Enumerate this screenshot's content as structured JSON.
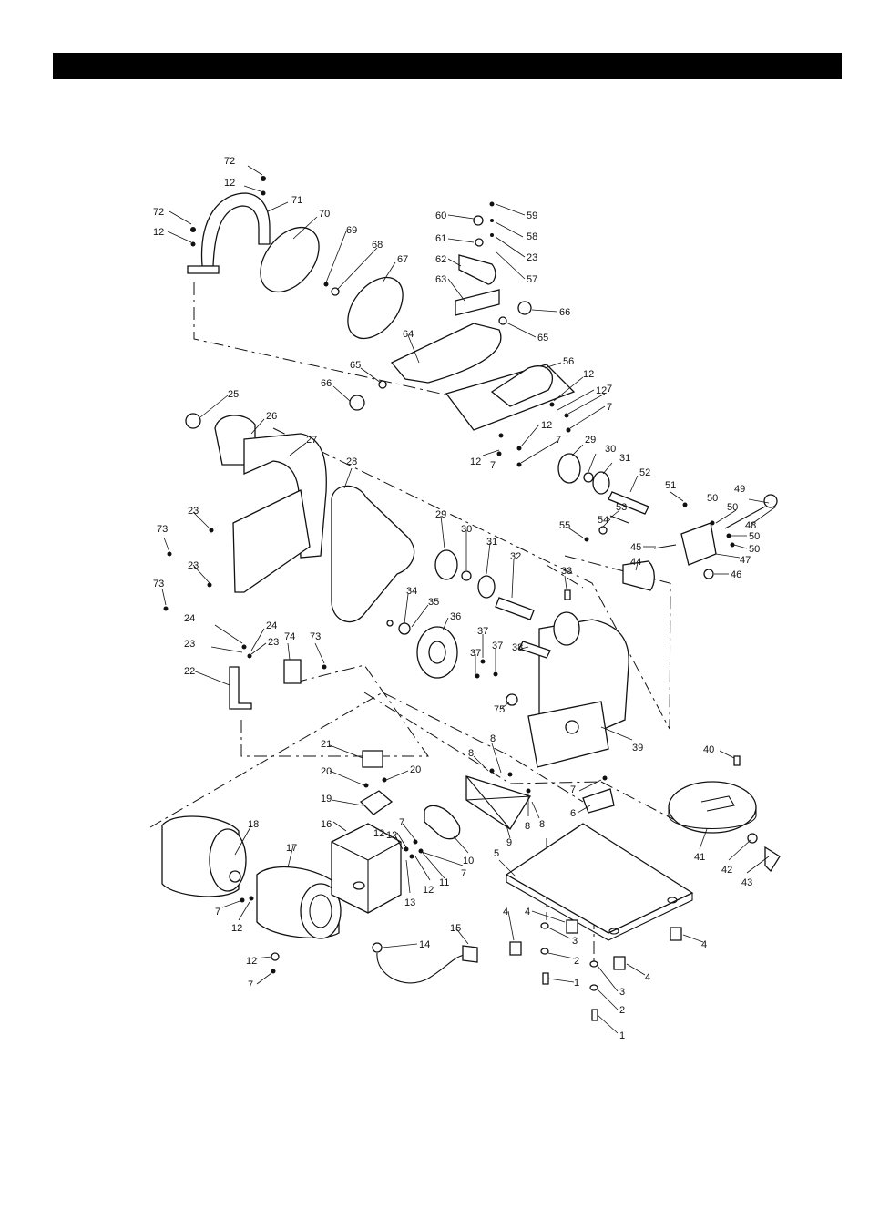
{
  "labels": [
    {
      "id": "72",
      "t": "72"
    },
    {
      "id": "12",
      "t": "12"
    },
    {
      "id": "71",
      "t": "71"
    },
    {
      "id": "70",
      "t": "70"
    },
    {
      "id": "69",
      "t": "69"
    },
    {
      "id": "68",
      "t": "68"
    },
    {
      "id": "67",
      "t": "67"
    },
    {
      "id": "72b",
      "t": "72"
    },
    {
      "id": "12b",
      "t": "12"
    },
    {
      "id": "59",
      "t": "59"
    },
    {
      "id": "60",
      "t": "60"
    },
    {
      "id": "58",
      "t": "58"
    },
    {
      "id": "61",
      "t": "61"
    },
    {
      "id": "23",
      "t": "23"
    },
    {
      "id": "62",
      "t": "62"
    },
    {
      "id": "57",
      "t": "57"
    },
    {
      "id": "63",
      "t": "63"
    },
    {
      "id": "66",
      "t": "66"
    },
    {
      "id": "65",
      "t": "65"
    },
    {
      "id": "64",
      "t": "64"
    },
    {
      "id": "65b",
      "t": "65"
    },
    {
      "id": "66b",
      "t": "66"
    },
    {
      "id": "56",
      "t": "56"
    },
    {
      "id": "12c",
      "t": "12"
    },
    {
      "id": "12d",
      "t": "12"
    },
    {
      "id": "7",
      "t": "7"
    },
    {
      "id": "7b",
      "t": "7"
    },
    {
      "id": "12e",
      "t": "12"
    },
    {
      "id": "7c",
      "t": "7"
    },
    {
      "id": "12f",
      "t": "12"
    },
    {
      "id": "7d",
      "t": "7"
    },
    {
      "id": "25",
      "t": "25"
    },
    {
      "id": "26",
      "t": "26"
    },
    {
      "id": "27",
      "t": "27"
    },
    {
      "id": "28",
      "t": "28"
    },
    {
      "id": "29",
      "t": "29"
    },
    {
      "id": "30",
      "t": "30"
    },
    {
      "id": "31",
      "t": "31"
    },
    {
      "id": "52",
      "t": "52"
    },
    {
      "id": "51",
      "t": "51"
    },
    {
      "id": "53",
      "t": "53"
    },
    {
      "id": "50",
      "t": "50"
    },
    {
      "id": "49",
      "t": "49"
    },
    {
      "id": "54",
      "t": "54"
    },
    {
      "id": "50b",
      "t": "50"
    },
    {
      "id": "48",
      "t": "48"
    },
    {
      "id": "55",
      "t": "55"
    },
    {
      "id": "50c",
      "t": "50"
    },
    {
      "id": "45",
      "t": "45"
    },
    {
      "id": "47",
      "t": "47"
    },
    {
      "id": "50d",
      "t": "50"
    },
    {
      "id": "44",
      "t": "44"
    },
    {
      "id": "46",
      "t": "46"
    },
    {
      "id": "23b",
      "t": "23"
    },
    {
      "id": "73",
      "t": "73"
    },
    {
      "id": "23c",
      "t": "23"
    },
    {
      "id": "73b",
      "t": "73"
    },
    {
      "id": "29b",
      "t": "29"
    },
    {
      "id": "30b",
      "t": "30"
    },
    {
      "id": "31b",
      "t": "31"
    },
    {
      "id": "32",
      "t": "32"
    },
    {
      "id": "33",
      "t": "33"
    },
    {
      "id": "34",
      "t": "34"
    },
    {
      "id": "35",
      "t": "35"
    },
    {
      "id": "36",
      "t": "36"
    },
    {
      "id": "24",
      "t": "24"
    },
    {
      "id": "24b",
      "t": "24"
    },
    {
      "id": "74",
      "t": "74"
    },
    {
      "id": "73c",
      "t": "73"
    },
    {
      "id": "23d",
      "t": "23"
    },
    {
      "id": "23e",
      "t": "23"
    },
    {
      "id": "22",
      "t": "22"
    },
    {
      "id": "37",
      "t": "37"
    },
    {
      "id": "37b",
      "t": "37"
    },
    {
      "id": "37c",
      "t": "37"
    },
    {
      "id": "38",
      "t": "38"
    },
    {
      "id": "75",
      "t": "75"
    },
    {
      "id": "39",
      "t": "39"
    },
    {
      "id": "8",
      "t": "8"
    },
    {
      "id": "8b",
      "t": "8"
    },
    {
      "id": "21",
      "t": "21"
    },
    {
      "id": "20",
      "t": "20"
    },
    {
      "id": "20b",
      "t": "20"
    },
    {
      "id": "19",
      "t": "19"
    },
    {
      "id": "40",
      "t": "40"
    },
    {
      "id": "7e",
      "t": "7"
    },
    {
      "id": "6",
      "t": "6"
    },
    {
      "id": "8c",
      "t": "8"
    },
    {
      "id": "8d",
      "t": "8"
    },
    {
      "id": "9",
      "t": "9"
    },
    {
      "id": "18",
      "t": "18"
    },
    {
      "id": "16",
      "t": "16"
    },
    {
      "id": "12g",
      "t": "12"
    },
    {
      "id": "7f",
      "t": "7"
    },
    {
      "id": "10",
      "t": "10"
    },
    {
      "id": "17",
      "t": "17"
    },
    {
      "id": "12h",
      "t": "12"
    },
    {
      "id": "11",
      "t": "11"
    },
    {
      "id": "7g",
      "t": "7"
    },
    {
      "id": "13",
      "t": "13"
    },
    {
      "id": "12i",
      "t": "12"
    },
    {
      "id": "5",
      "t": "5"
    },
    {
      "id": "41",
      "t": "41"
    },
    {
      "id": "42",
      "t": "42"
    },
    {
      "id": "43",
      "t": "43"
    },
    {
      "id": "7h",
      "t": "7"
    },
    {
      "id": "12j",
      "t": "12"
    },
    {
      "id": "4",
      "t": "4"
    },
    {
      "id": "4b",
      "t": "4"
    },
    {
      "id": "3",
      "t": "3"
    },
    {
      "id": "4c",
      "t": "4"
    },
    {
      "id": "14",
      "t": "14"
    },
    {
      "id": "15",
      "t": "15"
    },
    {
      "id": "2",
      "t": "2"
    },
    {
      "id": "12k",
      "t": "12"
    },
    {
      "id": "4d",
      "t": "4"
    },
    {
      "id": "1",
      "t": "1"
    },
    {
      "id": "3b",
      "t": "3"
    },
    {
      "id": "7i",
      "t": "7"
    },
    {
      "id": "2b",
      "t": "2"
    },
    {
      "id": "1b",
      "t": "1"
    }
  ]
}
